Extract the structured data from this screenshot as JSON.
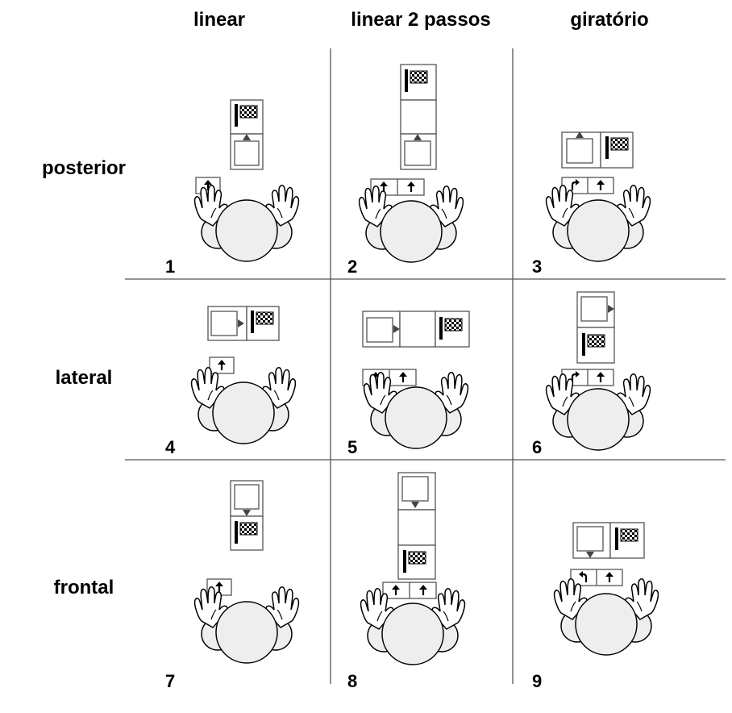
{
  "columns": [
    {
      "label": "linear"
    },
    {
      "label": "linear 2 passos"
    },
    {
      "label": "giratório"
    }
  ],
  "rows": [
    {
      "label": "posterior"
    },
    {
      "label": "lateral"
    },
    {
      "label": "frontal"
    }
  ],
  "cells": [
    {
      "number": "1",
      "arrows": [
        "up-arrow"
      ]
    },
    {
      "number": "2",
      "arrows": [
        "up-arrow",
        "up-arrow"
      ]
    },
    {
      "number": "3",
      "arrows": [
        "turn-right-arrow",
        "up-arrow"
      ]
    },
    {
      "number": "4",
      "arrows": [
        "up-arrow"
      ]
    },
    {
      "number": "5",
      "arrows": [
        "up-arrow",
        "up-arrow"
      ]
    },
    {
      "number": "6",
      "arrows": [
        "turn-right-arrow",
        "up-arrow"
      ]
    },
    {
      "number": "7",
      "arrows": [
        "up-arrow"
      ]
    },
    {
      "number": "8",
      "arrows": [
        "up-arrow",
        "up-arrow"
      ]
    },
    {
      "number": "9",
      "arrows": [
        "turn-left-arrow",
        "up-arrow"
      ]
    }
  ],
  "colors": {
    "line": "#555555",
    "ink": "#000000",
    "circle_fill": "#eeeeee",
    "box_border": "#555555"
  }
}
